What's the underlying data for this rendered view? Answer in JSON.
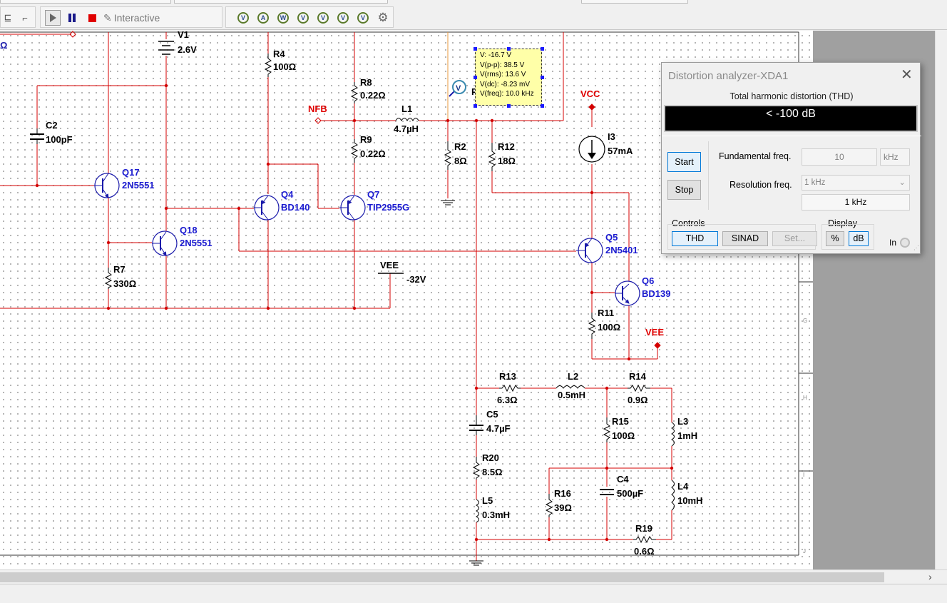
{
  "toolbar": {
    "interactive_label": "Interactive",
    "instrument_buttons": [
      "V",
      "A",
      "W",
      "V",
      "V",
      "V",
      "V"
    ]
  },
  "circuit": {
    "battery": {
      "ref": "V1",
      "value": "2.6V"
    },
    "c2": {
      "ref": "C2",
      "value": "100pF"
    },
    "r4": {
      "ref": "R4",
      "value": "100Ω"
    },
    "r8": {
      "ref": "R8",
      "value": "0.22Ω"
    },
    "r9": {
      "ref": "R9",
      "value": "0.22Ω"
    },
    "l1": {
      "ref": "L1",
      "value": "4.7µH"
    },
    "r2": {
      "ref": "R2",
      "value": "8Ω"
    },
    "r12": {
      "ref": "R12",
      "value": "18Ω"
    },
    "nfb": "NFB",
    "vcc": "VCC",
    "i3": {
      "ref": "I3",
      "value": "57mA"
    },
    "q17": {
      "ref": "Q17",
      "value": "2N5551"
    },
    "q18": {
      "ref": "Q18",
      "value": "2N5551"
    },
    "q4": {
      "ref": "Q4",
      "value": "BD140"
    },
    "q7": {
      "ref": "Q7",
      "value": "TIP2955G"
    },
    "q5": {
      "ref": "Q5",
      "value": "2N5401"
    },
    "q6": {
      "ref": "Q6",
      "value": "BD139"
    },
    "r7": {
      "ref": "R7",
      "value": "330Ω"
    },
    "vee_src": {
      "ref": "VEE",
      "value": "-32V"
    },
    "r11": {
      "ref": "R11",
      "value": "100Ω"
    },
    "vee_port": "VEE",
    "r13": {
      "ref": "R13",
      "value": "6.3Ω"
    },
    "l2": {
      "ref": "L2",
      "value": "0.5mH"
    },
    "r14": {
      "ref": "R14",
      "value": "0.9Ω"
    },
    "c5": {
      "ref": "C5",
      "value": "4.7µF"
    },
    "r15": {
      "ref": "R15",
      "value": "100Ω"
    },
    "l3": {
      "ref": "L3",
      "value": "1mH"
    },
    "r20": {
      "ref": "R20",
      "value": "8.5Ω"
    },
    "c4": {
      "ref": "C4",
      "value": "500µF"
    },
    "r16": {
      "ref": "R16",
      "value": "39Ω"
    },
    "l4": {
      "ref": "L4",
      "value": "10mH"
    },
    "l5": {
      "ref": "L5",
      "value": "0.3mH"
    },
    "r19": {
      "ref": "R19",
      "value": "0.6Ω"
    },
    "partial_left": "Ω",
    "probe_tag": "V",
    "probe_partial": "P",
    "border_letters": [
      "G",
      "H",
      "I",
      "J"
    ]
  },
  "probe": {
    "v": "V: -16.7 V",
    "vpp": "V(p-p): 38.5 V",
    "vrms": "V(rms): 13.6 V",
    "vdc": "V(dc): -8.23 mV",
    "vfreq": "V(freq): 10.0 kHz"
  },
  "dialog": {
    "title": "Distortion analyzer-XDA1",
    "thd_label": "Total harmonic distortion (THD)",
    "display_value": "< -100 dB",
    "start": "Start",
    "stop": "Stop",
    "fund_label": "Fundamental freq.",
    "fund_value": "10",
    "fund_unit": "kHz",
    "res_label": "Resolution freq.",
    "res_select": "1 kHz",
    "res_value": "1 kHz",
    "controls_label": "Controls",
    "thd_btn": "THD",
    "sinad_btn": "SINAD",
    "set_btn": "Set...",
    "display_label": "Display",
    "pct_btn": "%",
    "db_btn": "dB",
    "in_label": "In"
  },
  "colors": {
    "wire": "#d40000",
    "label": "#0000d0",
    "port": "#e00000",
    "probe_bg": "#ffffa8"
  }
}
